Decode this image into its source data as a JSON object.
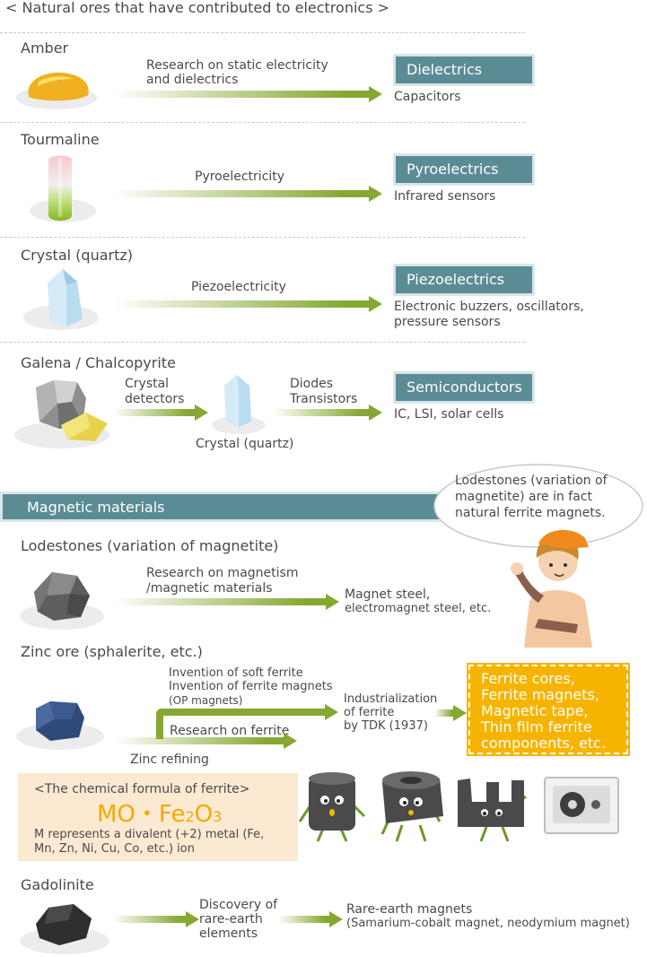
{
  "title": "< Natural ores that have contributed to electronics >",
  "ores": [
    {
      "name": "Amber",
      "process": [
        "Research on static electricity",
        "and dielectrics"
      ],
      "field": "Dielectrics",
      "applications": [
        "Capacitors"
      ]
    },
    {
      "name": "Tourmaline",
      "process": [
        "Pyroelectricity"
      ],
      "field": "Pyroelectrics",
      "applications": [
        "Infrared sensors"
      ]
    },
    {
      "name": "Crystal (quartz)",
      "process": [
        "Piezoelectricity"
      ],
      "field": "Piezoelectrics",
      "applications": [
        "Electronic buzzers, oscillators,",
        "pressure sensors"
      ]
    },
    {
      "name": "Galena / Chalcopyrite",
      "process": [
        "Crystal",
        "detectors"
      ],
      "intermediate": "Crystal (quartz)",
      "process2": [
        "Diodes",
        "Transistors"
      ],
      "field": "Semiconductors",
      "applications": [
        "IC, LSI, solar cells"
      ]
    }
  ],
  "magnetic": {
    "header": "Magnetic materials",
    "speech": [
      "Lodestones (variation of",
      "magnetite) are in fact",
      "natural ferrite magnets."
    ],
    "lodestone": {
      "name": "Lodestones (variation of magnetite)",
      "process": [
        "Research on magnetism",
        "/magnetic materials"
      ],
      "result": [
        "Magnet steel,",
        "electromagnet steel, etc."
      ]
    },
    "zinc": {
      "name": "Zinc ore (sphalerite, etc.)",
      "refining": "Zinc refining",
      "research": "Research on ferrite",
      "inventions": [
        "Invention of soft ferrite",
        "Invention of ferrite magnets",
        "(OP magnets)"
      ],
      "industrialization": [
        "Industrialization",
        "of ferrite",
        "by TDK (1937)"
      ],
      "products": [
        "Ferrite cores,",
        "Ferrite magnets,",
        "Magnetic tape,",
        "Thin film ferrite",
        "components, etc."
      ]
    },
    "formula": {
      "heading": "<The chemical formula of ferrite>",
      "mo": "MO",
      "dot": "・",
      "fe": "Fe",
      "sub2": "2",
      "o": "O",
      "sub3": "3",
      "note": [
        "M represents a divalent (+2) metal (Fe,",
        "Mn, Zn, Ni, Cu, Co, etc.) ion"
      ]
    },
    "gadolinite": {
      "name": "Gadolinite",
      "process": [
        "Discovery of",
        "rare-earth",
        "elements"
      ],
      "result": [
        "Rare-earth magnets",
        "(Samarium-cobalt magnet, neodymium magnet)"
      ]
    }
  },
  "colors": {
    "teal": "#5b8c95",
    "green": "#86a832",
    "orange": "#f6b400",
    "beige": "#fce9d1"
  },
  "icons": [
    "amber-icon",
    "tourmaline-icon",
    "quartz-icon",
    "galena-icon",
    "chalcopyrite-icon",
    "lodestone-icon",
    "zinc-ore-icon",
    "gadolinite-icon",
    "engineer-character-icon",
    "ferrite-pot-core-icon",
    "ferrite-ring-icon",
    "ferrite-e-core-icon",
    "cassette-tape-icon"
  ]
}
